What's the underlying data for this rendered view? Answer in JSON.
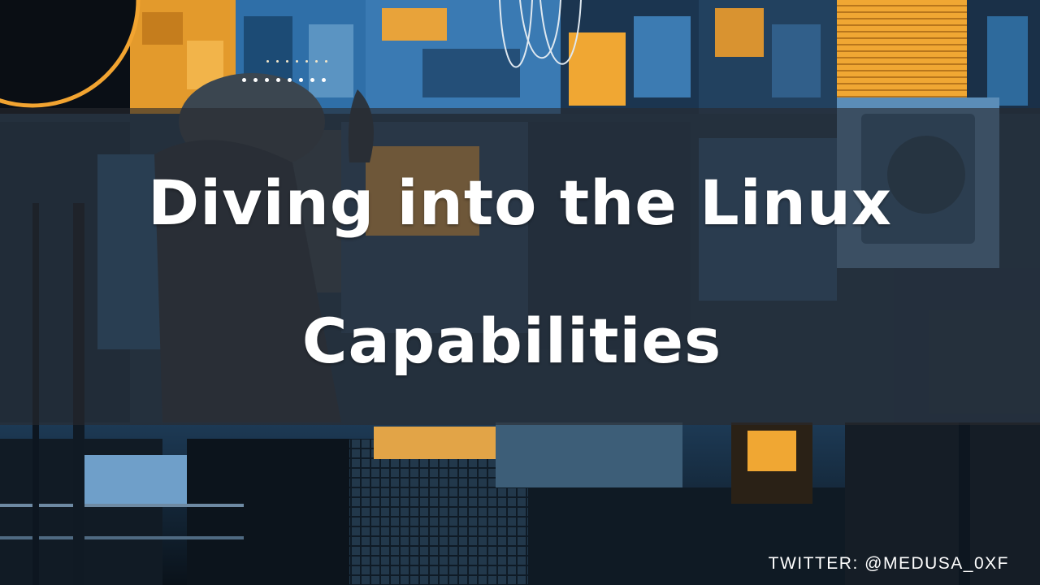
{
  "title": {
    "line1": "Diving into the Linux",
    "line2": "Capabilities"
  },
  "footer": {
    "twitter": "TWITTER: @MEDUSA_0XF"
  },
  "decor": {
    "circle_icon": "orange-outline-circle",
    "dots_icon": "dotted-lines-decoration"
  },
  "colors": {
    "accent_orange": "#f2a431",
    "accent_blue": "#2a78b8",
    "dark_navy": "#0d1620",
    "band_overlay": "#2a2c30",
    "text": "#ffffff"
  }
}
